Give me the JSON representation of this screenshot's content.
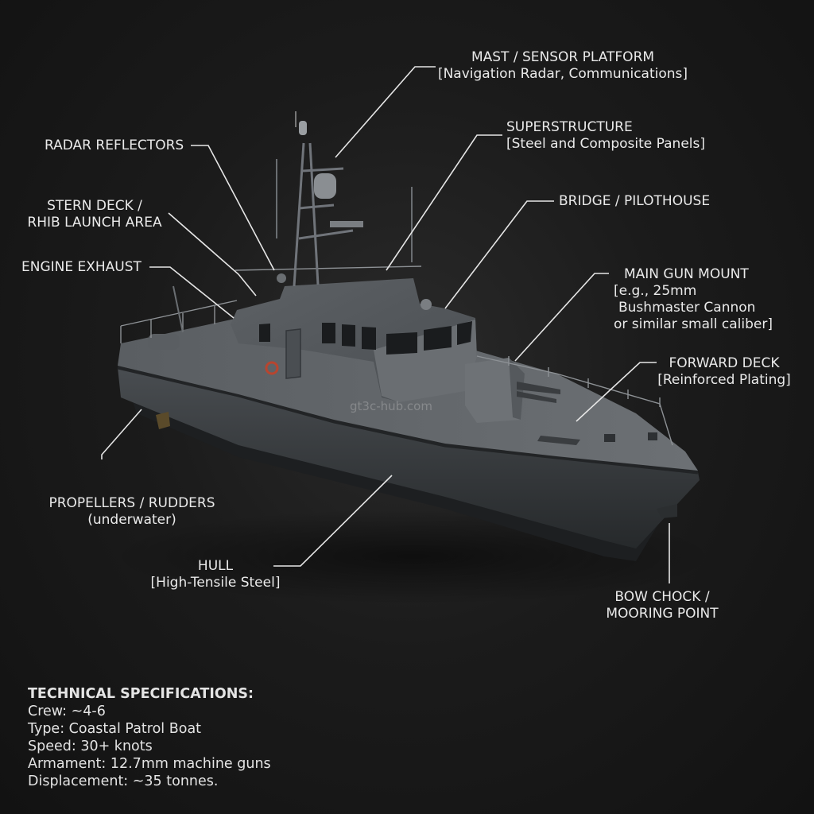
{
  "labels": {
    "mast": {
      "l1": "MAST / SENSOR PLATFORM",
      "l2": "[Navigation Radar, Communications]"
    },
    "radar_reflectors": {
      "l1": "RADAR REFLECTORS"
    },
    "superstructure": {
      "l1": "SUPERSTRUCTURE",
      "l2": "[Steel and Composite Panels]"
    },
    "stern_deck": {
      "l1": "STERN DECK /",
      "l2": "RHIB LAUNCH AREA"
    },
    "bridge": {
      "l1": "BRIDGE / PILOTHOUSE"
    },
    "engine_exhaust": {
      "l1": "ENGINE EXHAUST"
    },
    "main_gun": {
      "l1": "MAIN GUN MOUNT",
      "l2": "[e.g., 25mm",
      "l3": "Bushmaster Cannon",
      "l4": "or similar small caliber]"
    },
    "forward_deck": {
      "l1": "FORWARD DECK",
      "l2": "[Reinforced Plating]"
    },
    "propellers": {
      "l1": "PROPELLERS / RUDDERS",
      "l2": "(underwater)"
    },
    "hull": {
      "l1": "HULL",
      "l2": "[High-Tensile Steel]"
    },
    "bow_chock": {
      "l1": "BOW CHOCK /",
      "l2": "MOORING POINT"
    }
  },
  "watermark": "gt3c-hub.com",
  "specs": {
    "heading": "TECHNICAL SPECIFICATIONS:",
    "lines": [
      "Crew: ~4-6",
      "Type: Coastal Patrol Boat",
      "Speed: 30+ knots",
      "Armament: 12.7mm machine guns",
      "Displacement: ~35 tonnes."
    ]
  },
  "colors": {
    "background": "#151515",
    "hull": "#3e4246",
    "superstructure": "#5b5f63",
    "leader_lines": "#e6e6e6",
    "text": "#eaeaea"
  }
}
